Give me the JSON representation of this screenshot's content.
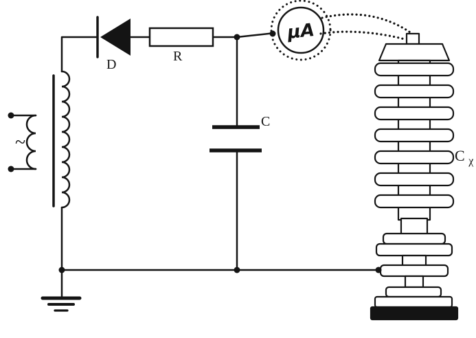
{
  "figure": {
    "type": "circuit-schematic",
    "background": "#ffffff",
    "ink": "#141414",
    "labels": {
      "source": "~",
      "diode": "D",
      "resistor": "R",
      "capacitor": "C",
      "meter": "μA",
      "test_object_main": "C",
      "test_object_sub": "χ"
    }
  }
}
